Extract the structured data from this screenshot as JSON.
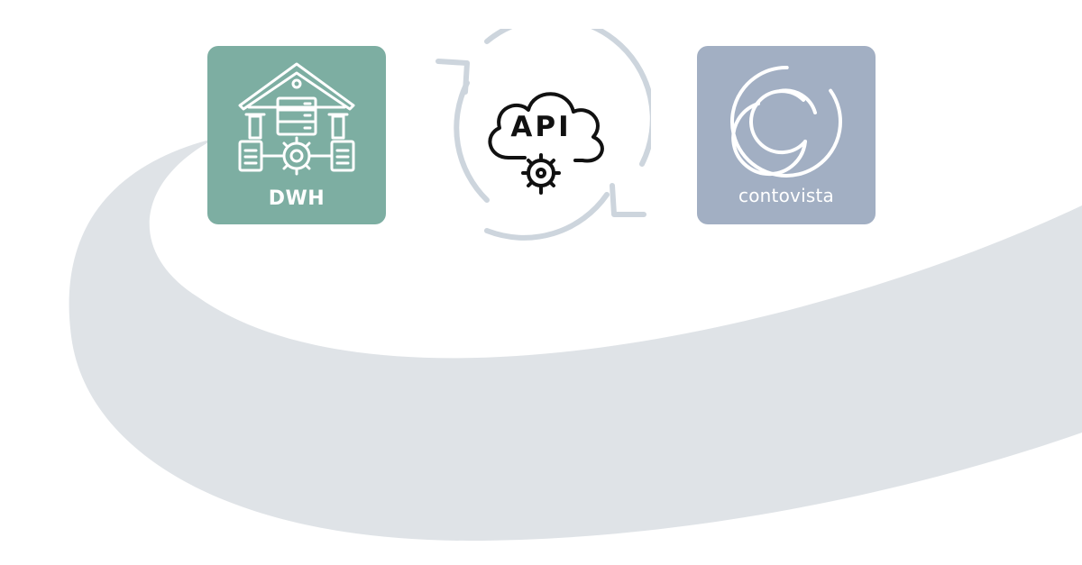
{
  "diagram": {
    "nodes": [
      {
        "id": "dwh",
        "label": "DWH",
        "icon": "data-warehouse-icon",
        "color": "#7daea2"
      },
      {
        "id": "api",
        "label": "API",
        "icon": "api-cloud-gear-icon",
        "color": "#ffffff"
      },
      {
        "id": "contovista",
        "label": "contovista",
        "icon": "contovista-logo-icon",
        "color": "#a2afc3"
      }
    ],
    "connector": {
      "icon": "sync-arrows-icon",
      "color": "#cdd5dd"
    },
    "background": {
      "swoosh_color": "#dfe3e7"
    }
  }
}
